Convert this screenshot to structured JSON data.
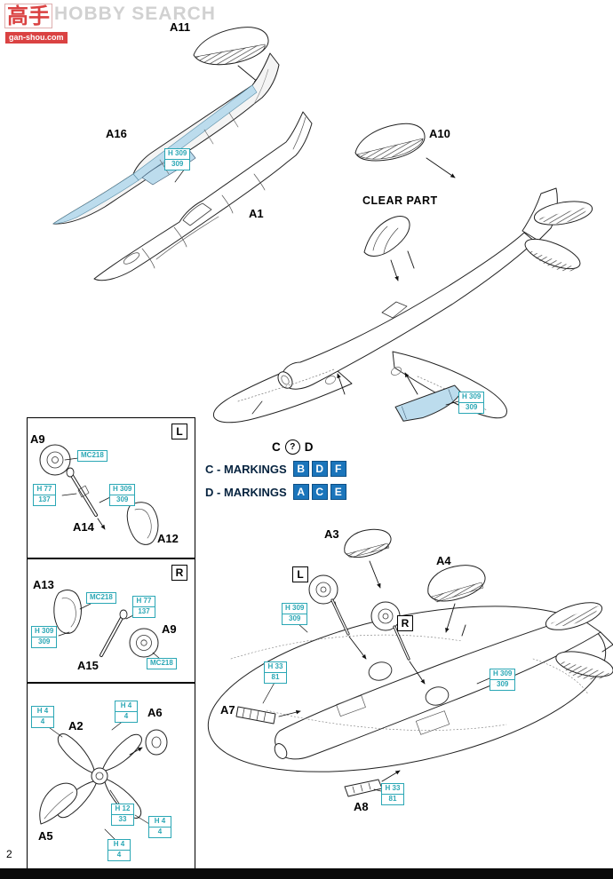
{
  "watermark": {
    "cn": "高手",
    "en": "HOBBY SEARCH",
    "site": "gan-shou.com"
  },
  "page": {
    "number": "2"
  },
  "labels": {
    "clear_part": "CLEAR PART",
    "left_box": "L",
    "right_box": "R",
    "version_c": "C",
    "version_d": "D",
    "version_query": "?"
  },
  "parts": {
    "a1": "A1",
    "a2": "A2",
    "a3": "A3",
    "a4": "A4",
    "a5": "A5",
    "a6": "A6",
    "a7": "A7",
    "a8": "A8",
    "a9": "A9",
    "a10": "A10",
    "a11": "A11",
    "a12": "A12",
    "a13": "A13",
    "a14": "A14",
    "a15": "A15",
    "a16": "A16"
  },
  "paints": {
    "h309": {
      "code": "H 309",
      "num": "309"
    },
    "h77": {
      "code": "H 77",
      "num": "137"
    },
    "h4": {
      "code": "H 4",
      "num": "4"
    },
    "h12": {
      "code": "H 12",
      "num": "33"
    },
    "h33": {
      "code": "H 33",
      "num": "81"
    },
    "mc218": {
      "code": "MC218"
    }
  },
  "markings": {
    "c": {
      "prefix": "C - MARKINGS",
      "options": [
        "B",
        "D",
        "F"
      ]
    },
    "d": {
      "prefix": "D - MARKINGS",
      "options": [
        "A",
        "C",
        "E"
      ]
    }
  },
  "colors": {
    "callout_teal": "#2aa7b5",
    "part_highlight_blue": "#bcdced",
    "markings_box_blue": "#1b75bb",
    "watermark_red": "#d42222"
  }
}
